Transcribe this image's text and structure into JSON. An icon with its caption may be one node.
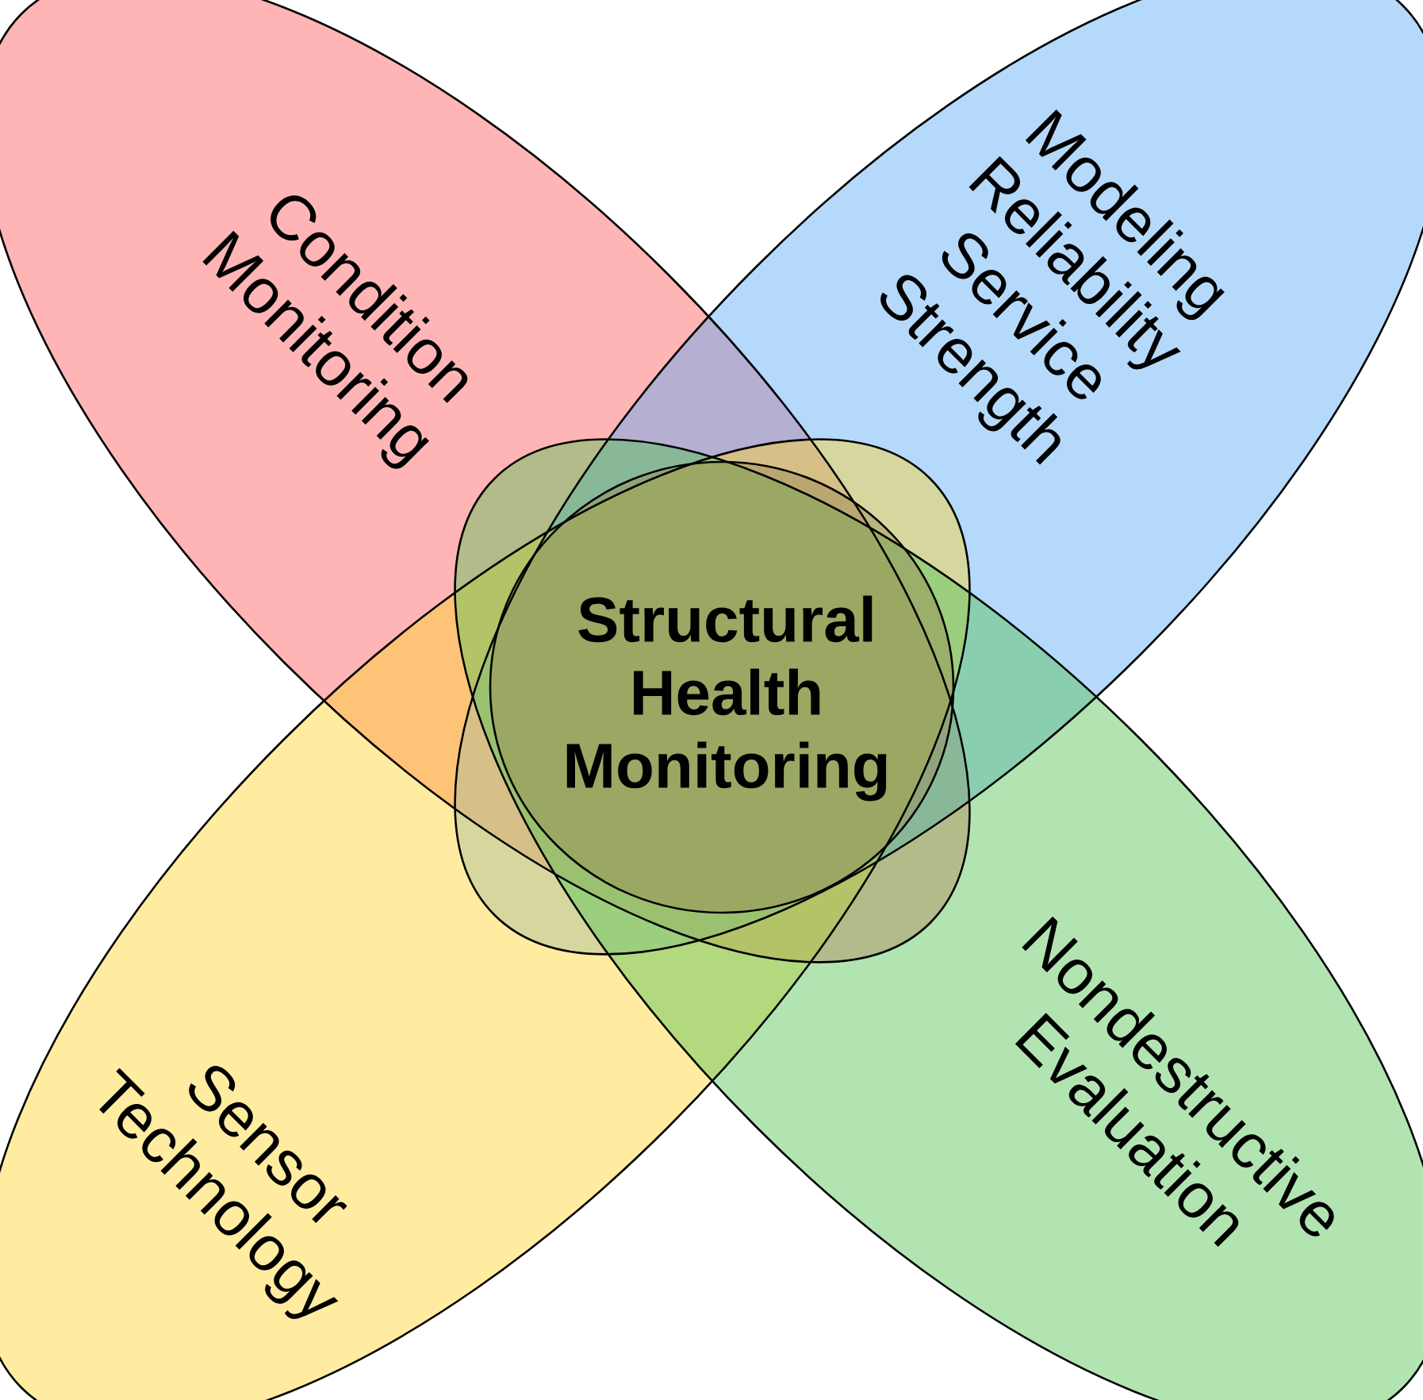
{
  "diagram": {
    "nodes": [
      {
        "text": [
          "Condition Monitoring"
        ]
      },
      {
        "text": [
          "Modeling Reliability Service Strength"
        ]
      },
      {
        "text": [
          "Sensor Technology"
        ]
      },
      {
        "text": [
          "Nondestructive Evaluation"
        ]
      },
      {
        "text": [
          "Structural Health Monitoring"
        ]
      }
    ]
  }
}
